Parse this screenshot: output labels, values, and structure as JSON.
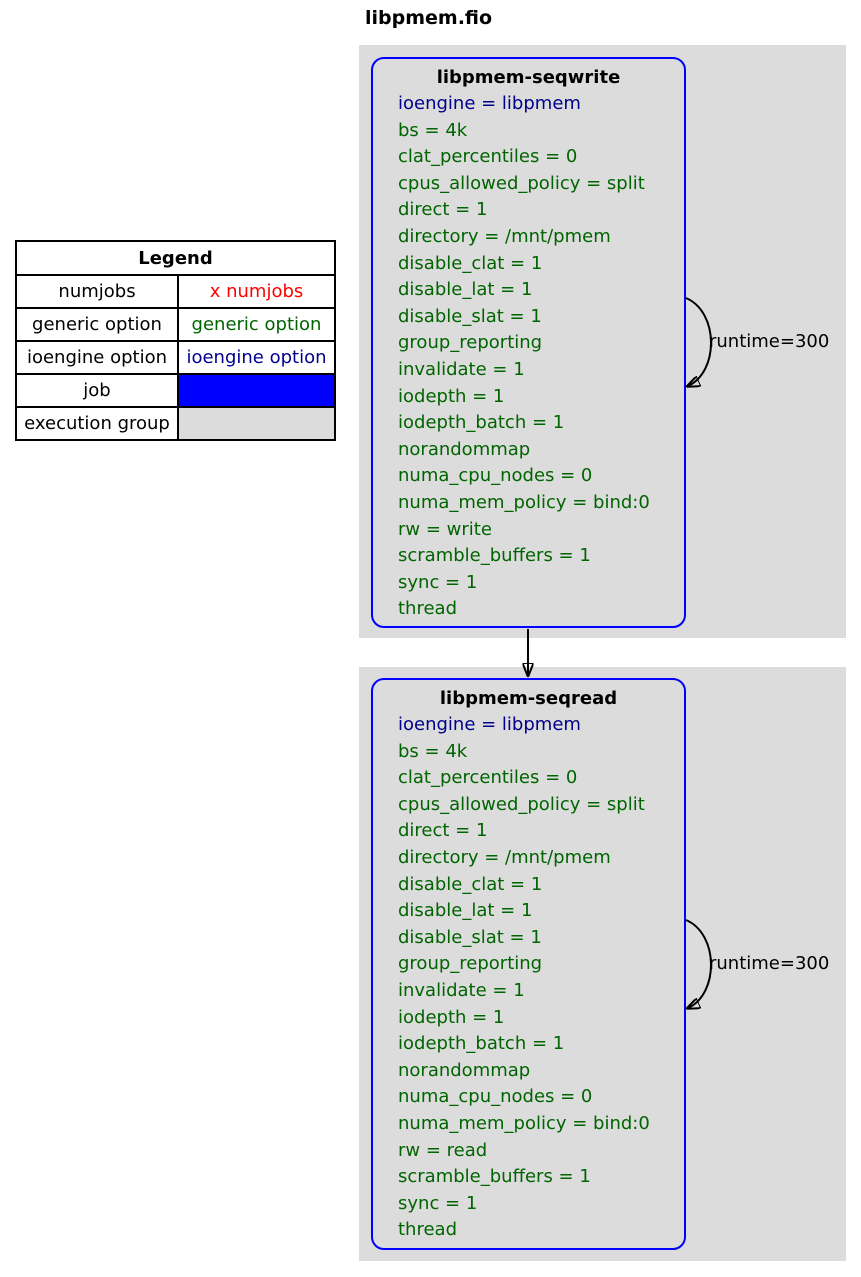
{
  "graph_title": "libpmem.fio",
  "colors": {
    "numjobs": "#ff0000",
    "generic": "#006400",
    "ioengine": "#00008b",
    "job": "#0000ff",
    "group": "#dcdcdc",
    "edge": "#000000"
  },
  "legend": {
    "title": "Legend",
    "rows": [
      {
        "label": "numjobs",
        "sample": "x numjobs"
      },
      {
        "label": "generic option",
        "sample": "generic option"
      },
      {
        "label": "ioengine option",
        "sample": "ioengine option"
      },
      {
        "label": "job",
        "sample": ""
      },
      {
        "label": "execution group",
        "sample": ""
      }
    ]
  },
  "jobs": [
    {
      "name": "libpmem-seqwrite",
      "edge_label": "runtime=300",
      "options": [
        {
          "text": "ioengine = libpmem",
          "type": "ioengine"
        },
        {
          "text": "bs = 4k",
          "type": "generic"
        },
        {
          "text": "clat_percentiles = 0",
          "type": "generic"
        },
        {
          "text": "cpus_allowed_policy = split",
          "type": "generic"
        },
        {
          "text": "direct = 1",
          "type": "generic"
        },
        {
          "text": "directory = /mnt/pmem",
          "type": "generic"
        },
        {
          "text": "disable_clat = 1",
          "type": "generic"
        },
        {
          "text": "disable_lat = 1",
          "type": "generic"
        },
        {
          "text": "disable_slat = 1",
          "type": "generic"
        },
        {
          "text": "group_reporting",
          "type": "generic"
        },
        {
          "text": "invalidate = 1",
          "type": "generic"
        },
        {
          "text": "iodepth = 1",
          "type": "generic"
        },
        {
          "text": "iodepth_batch = 1",
          "type": "generic"
        },
        {
          "text": "norandommap",
          "type": "generic"
        },
        {
          "text": "numa_cpu_nodes = 0",
          "type": "generic"
        },
        {
          "text": "numa_mem_policy = bind:0",
          "type": "generic"
        },
        {
          "text": "rw = write",
          "type": "generic"
        },
        {
          "text": "scramble_buffers = 1",
          "type": "generic"
        },
        {
          "text": "sync = 1",
          "type": "generic"
        },
        {
          "text": "thread",
          "type": "generic"
        }
      ]
    },
    {
      "name": "libpmem-seqread",
      "edge_label": "runtime=300",
      "options": [
        {
          "text": "ioengine = libpmem",
          "type": "ioengine"
        },
        {
          "text": "bs = 4k",
          "type": "generic"
        },
        {
          "text": "clat_percentiles = 0",
          "type": "generic"
        },
        {
          "text": "cpus_allowed_policy = split",
          "type": "generic"
        },
        {
          "text": "direct = 1",
          "type": "generic"
        },
        {
          "text": "directory = /mnt/pmem",
          "type": "generic"
        },
        {
          "text": "disable_clat = 1",
          "type": "generic"
        },
        {
          "text": "disable_lat = 1",
          "type": "generic"
        },
        {
          "text": "disable_slat = 1",
          "type": "generic"
        },
        {
          "text": "group_reporting",
          "type": "generic"
        },
        {
          "text": "invalidate = 1",
          "type": "generic"
        },
        {
          "text": "iodepth = 1",
          "type": "generic"
        },
        {
          "text": "iodepth_batch = 1",
          "type": "generic"
        },
        {
          "text": "norandommap",
          "type": "generic"
        },
        {
          "text": "numa_cpu_nodes = 0",
          "type": "generic"
        },
        {
          "text": "numa_mem_policy = bind:0",
          "type": "generic"
        },
        {
          "text": "rw = read",
          "type": "generic"
        },
        {
          "text": "scramble_buffers = 1",
          "type": "generic"
        },
        {
          "text": "sync = 1",
          "type": "generic"
        },
        {
          "text": "thread",
          "type": "generic"
        }
      ]
    }
  ]
}
